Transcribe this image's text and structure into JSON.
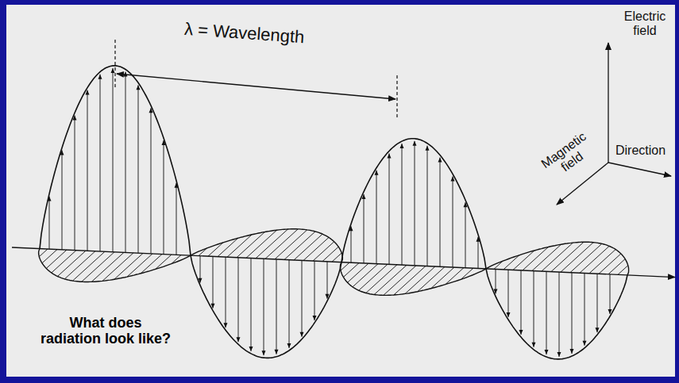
{
  "diagram": {
    "caption": "What does radiation look like?",
    "labels": [
      "λ = Wavelength",
      "Electric field",
      "Magnetic field",
      "Direction"
    ]
  }
}
